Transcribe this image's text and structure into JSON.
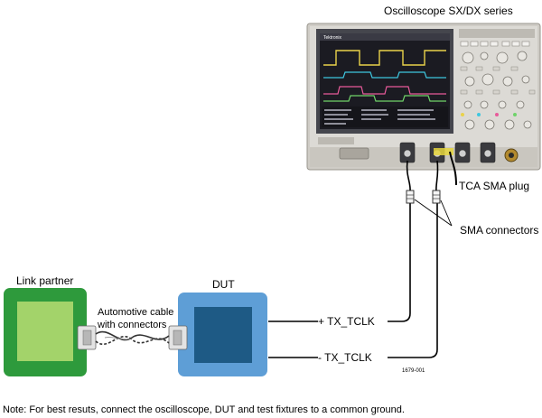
{
  "labels": {
    "oscilloscope": "Oscilloscope SX/DX series",
    "scope_brand": "Tektronix",
    "tca_plug": "TCA SMA plug",
    "sma_connectors": "SMA connectors",
    "link_partner": "Link partner",
    "dut": "DUT",
    "cable_line1": "Automotive cable",
    "cable_line2": "with connectors",
    "tx_plus": "+ TX_TCLK",
    "tx_minus": "- TX_TCLK",
    "figure_id": "1679-001",
    "note": "Note: For best resuts, connect the oscilloscope, DUT and test fixtures to a common ground."
  },
  "colors": {
    "link_partner_outer": "#2e9a3c",
    "link_partner_inner": "#a3d36a",
    "dut_outer": "#5e9ed6",
    "dut_inner": "#1e5a85",
    "scope_body": "#d9d7d2",
    "scope_screen": "#1b1b22",
    "wire": "#000000"
  },
  "scope_traces": [
    {
      "name": "ch1",
      "color": "#e9d24a"
    },
    {
      "name": "ch2",
      "color": "#3ec7e0"
    },
    {
      "name": "ch3",
      "color": "#e85a9a"
    },
    {
      "name": "ch4",
      "color": "#6fd36a"
    }
  ]
}
